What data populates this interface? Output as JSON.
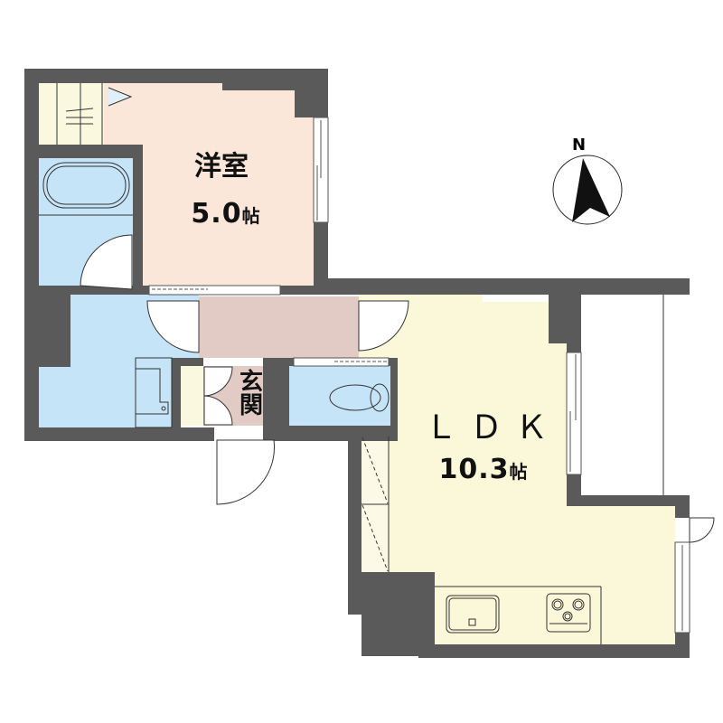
{
  "floor_plan": {
    "rooms": [
      {
        "id": "western-room",
        "name": "洋室",
        "size_value": "5.0",
        "size_unit": "帖",
        "color": "#fbe6da"
      },
      {
        "id": "ldk",
        "name": "ＬＤＫ",
        "size_value": "10.3",
        "size_unit": "帖",
        "color": "#fbf8d9"
      },
      {
        "id": "entrance",
        "name": "玄関",
        "color": "#e2cbc4"
      },
      {
        "id": "hallway",
        "color": "#e2cbc4"
      },
      {
        "id": "bathroom",
        "color": "#c6e4f7"
      },
      {
        "id": "washroom",
        "color": "#c6e4f7"
      },
      {
        "id": "toilet",
        "color": "#c6e4f7"
      },
      {
        "id": "closet",
        "color": "#fbf8e0"
      },
      {
        "id": "shoe-cabinet",
        "color": "#fbf8e0"
      },
      {
        "id": "storage",
        "color": "#fbf8e0"
      }
    ],
    "compass": {
      "label": "N"
    },
    "colors": {
      "wall": "#5a5a5a",
      "line": "#333333"
    }
  }
}
